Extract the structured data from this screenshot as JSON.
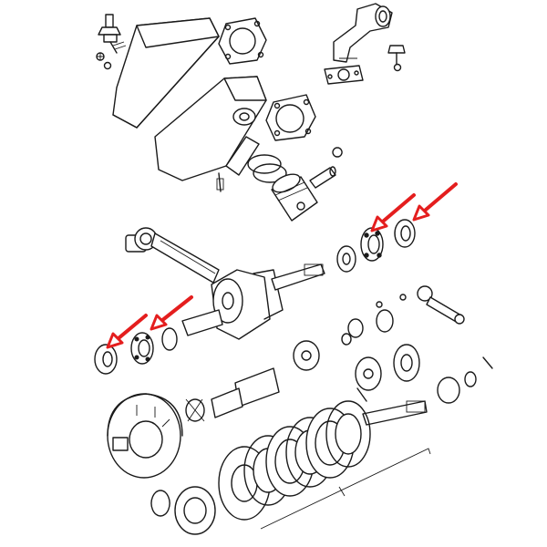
{
  "diagram": {
    "style": "exploded parts line drawing",
    "line_color": "#1a1a1a",
    "background_color": "#ffffff",
    "arrow_color": "#e41e1e",
    "highlight_arrow_count": 4,
    "parts": [
      "spark-plug",
      "cylinder-head",
      "head-gasket",
      "cylinder",
      "base-gasket",
      "exhaust-manifold",
      "manifold-gasket",
      "piston-rings",
      "piston-pin",
      "piston",
      "connecting-rod",
      "needle-bearing",
      "crankshaft",
      "main-bearing",
      "oil-seal",
      "shim-washer",
      "gear",
      "clutch-housing",
      "clutch-plates",
      "clutch-basket",
      "clutch-shaft",
      "kickstart-lever"
    ]
  }
}
